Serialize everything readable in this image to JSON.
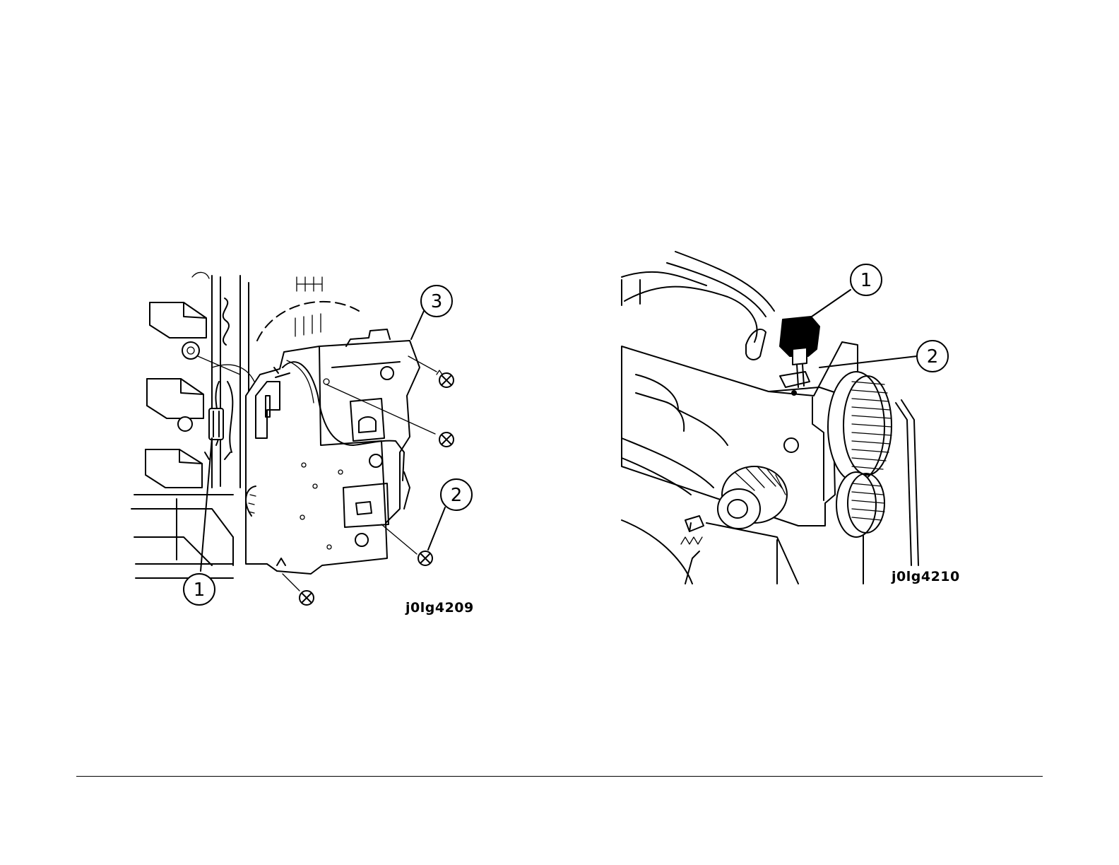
{
  "figures": [
    {
      "id_label": "j0lg4209",
      "callouts": [
        "1",
        "2",
        "3"
      ]
    },
    {
      "id_label": "j0lg4210",
      "callouts": [
        "1",
        "2"
      ]
    }
  ],
  "icons": {
    "screw": "screw-icon",
    "connector": "connector-icon",
    "gear": "gear-icon"
  }
}
